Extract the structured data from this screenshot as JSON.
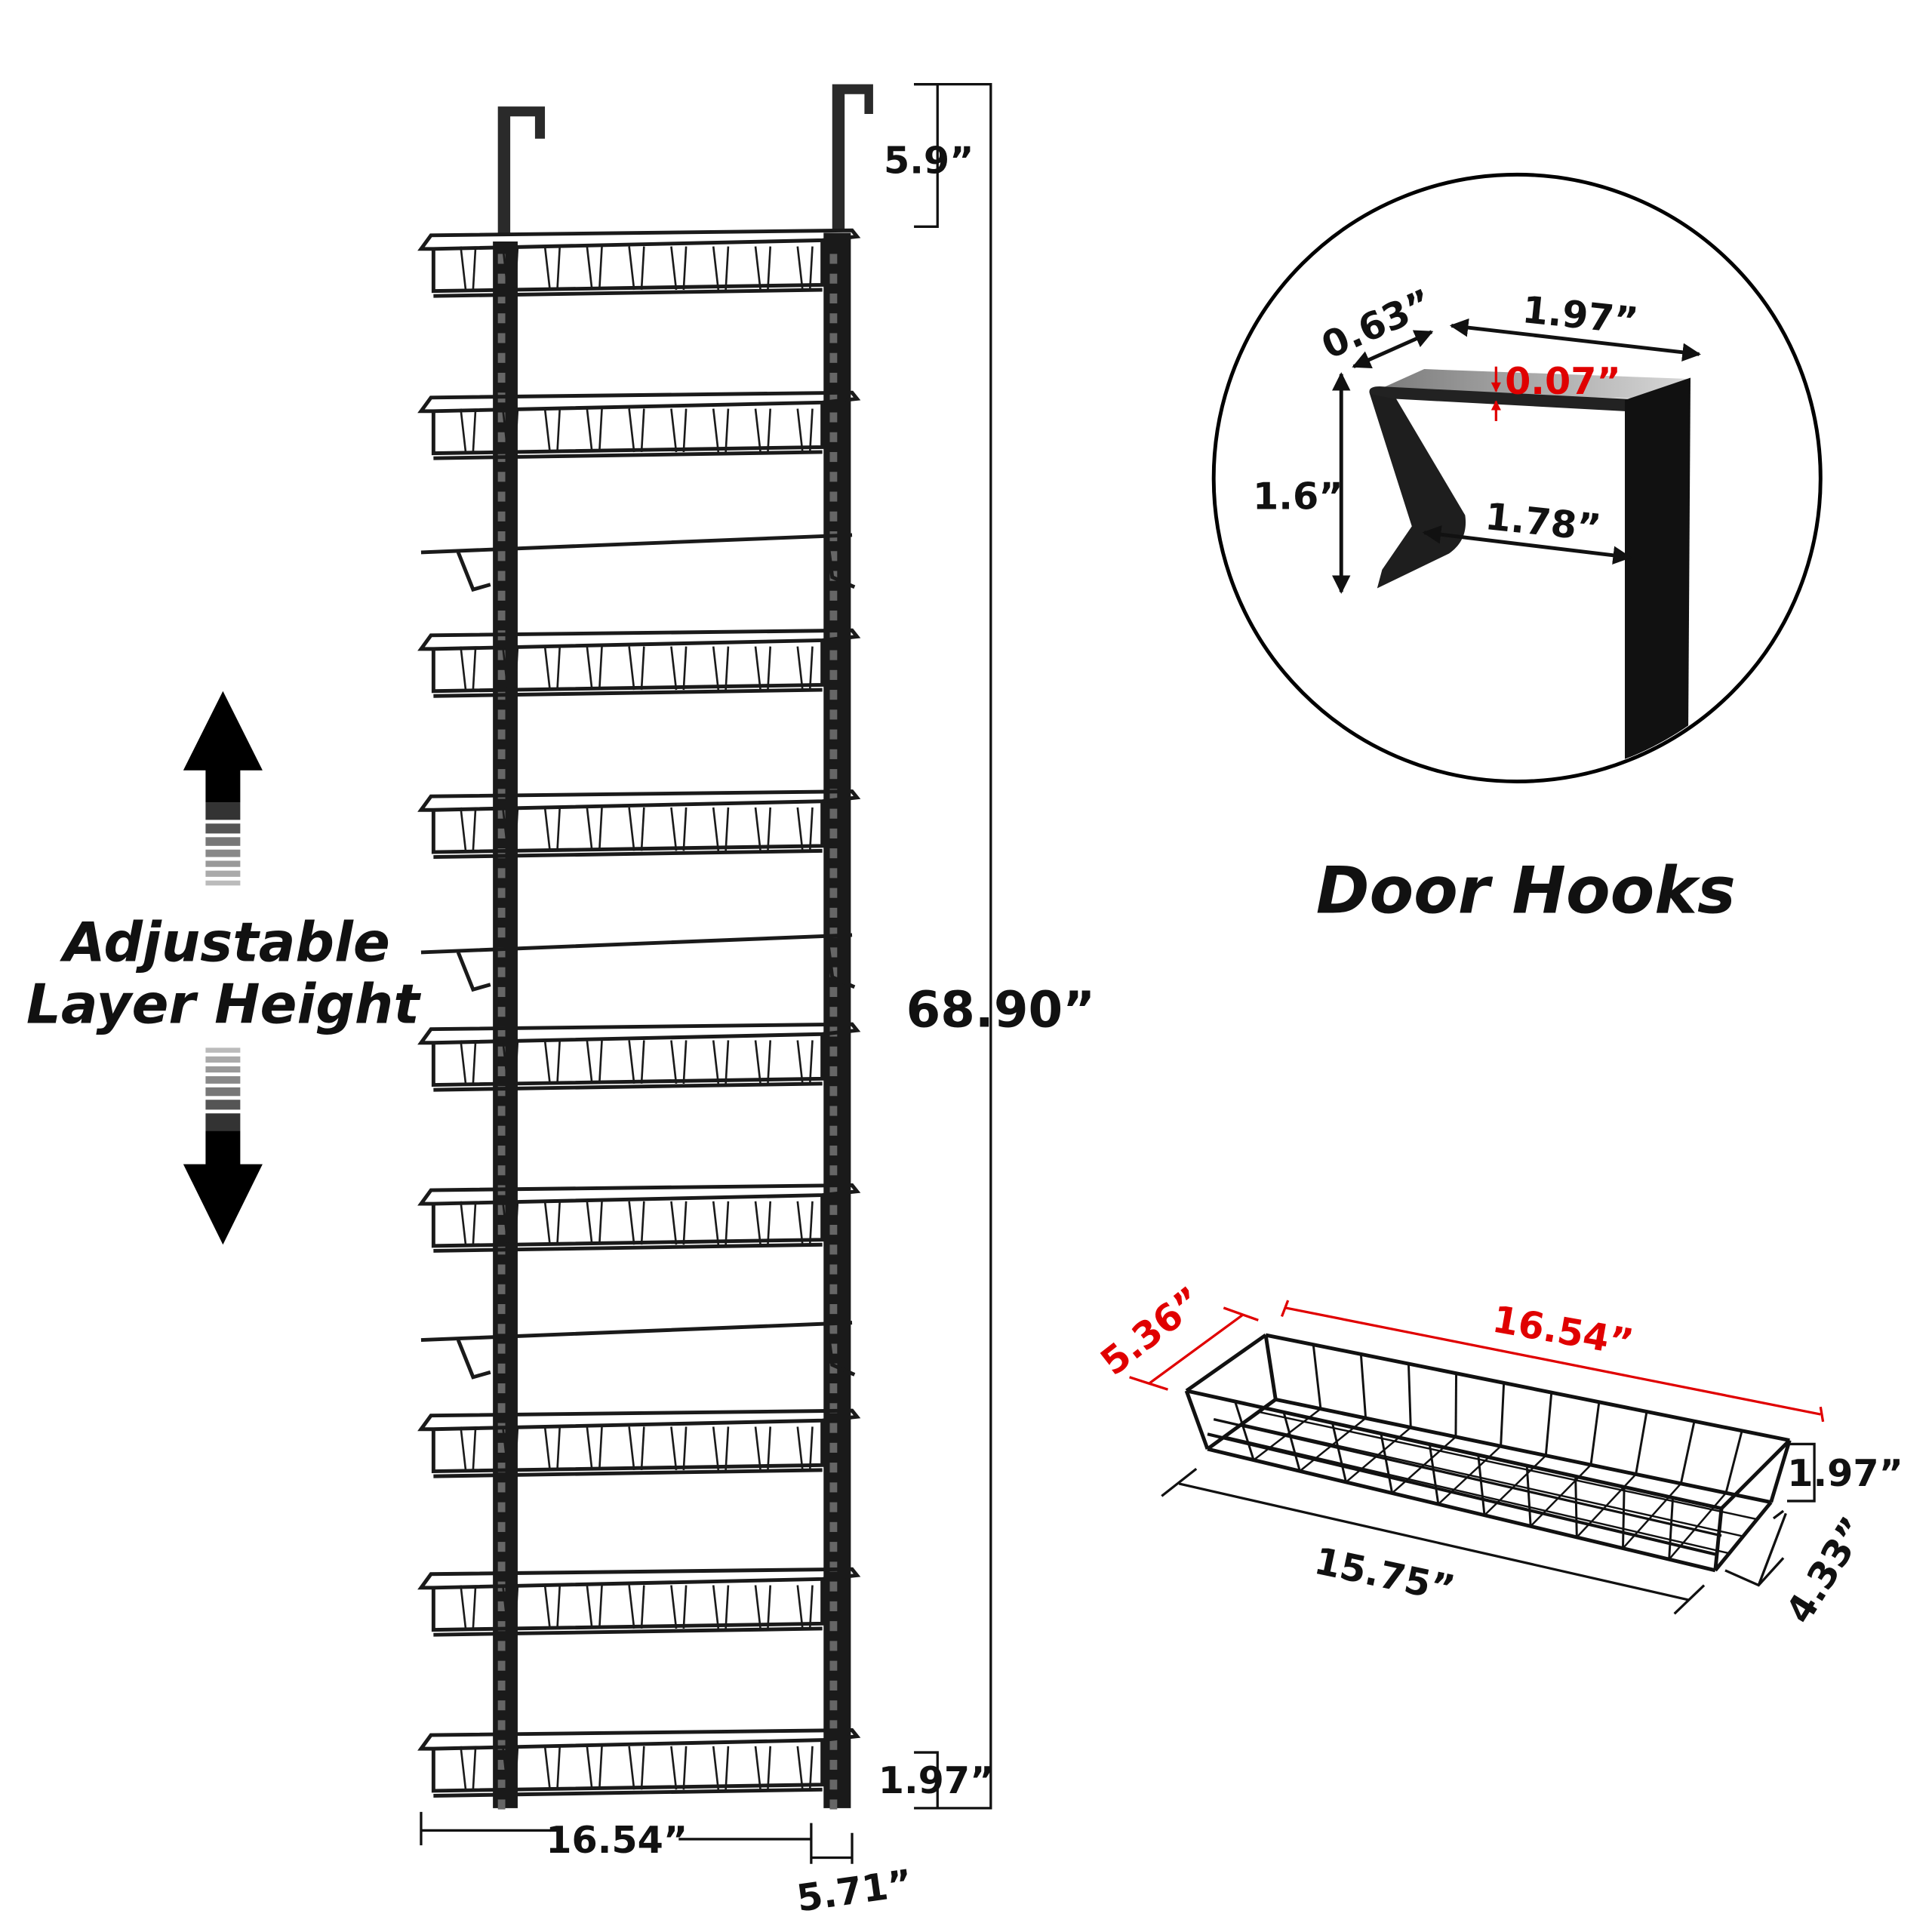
{
  "rack": {
    "layers": [
      "basket",
      "basket",
      "hook-bar",
      "basket",
      "basket",
      "hook-bar",
      "basket",
      "basket",
      "hook-bar",
      "basket",
      "basket",
      "basket"
    ],
    "color": "#1a1a1a",
    "dimensions": {
      "total_height": "68.90”",
      "hook_height": "5.9”",
      "basket_height": "1.97”",
      "width": "16.54”",
      "depth": "5.71”"
    }
  },
  "adjustable": {
    "line1": "Adjustable",
    "line2": "Layer Height",
    "icons": [
      "arrow-up-icon",
      "arrow-down-icon"
    ]
  },
  "door_hook": {
    "title": "Door Hooks",
    "depth": "0.63”",
    "width": "1.97”",
    "thickness": "0.07”",
    "height": "1.6”",
    "inner_width": "1.78”"
  },
  "basket": {
    "depth": "5.36”",
    "length": "16.54”",
    "height": "1.97”",
    "bottom_length": "15.75”",
    "bottom_depth": "4.33”"
  },
  "colors": {
    "accent_red": "#e00000",
    "ink": "#111111"
  }
}
